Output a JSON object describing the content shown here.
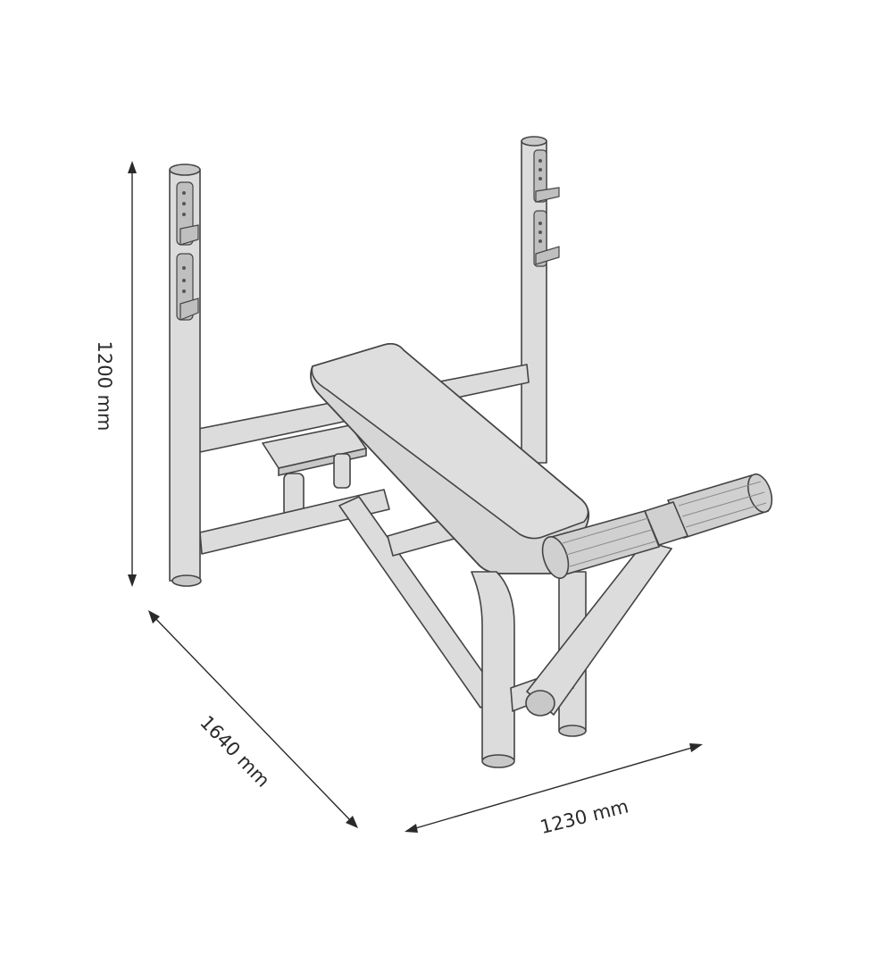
{
  "dimensions": {
    "height": "1200 mm",
    "depth": "1640 mm",
    "width": "1230 mm"
  },
  "colors": {
    "frame_fill": "#dcdcdc",
    "outline": "#444444",
    "text": "#2a2a2a"
  }
}
